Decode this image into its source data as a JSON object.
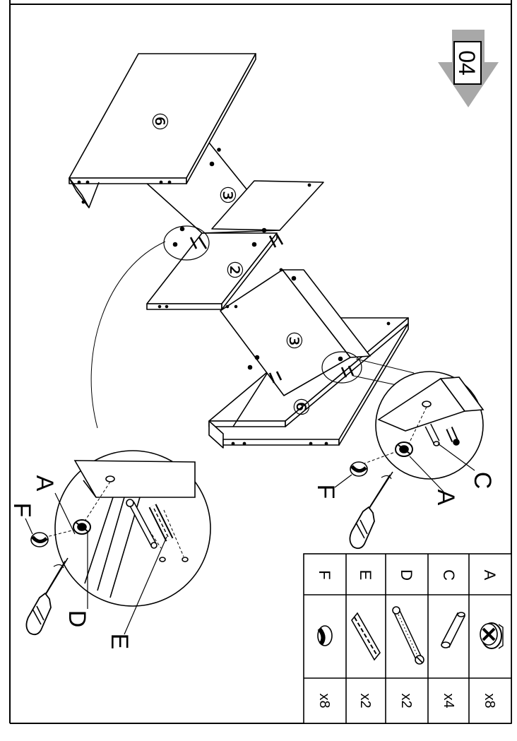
{
  "step": {
    "number": "04"
  },
  "panels": {
    "top_panel": "⑥",
    "upper_side": "③",
    "middle_shelf": "②",
    "lower_side": "③",
    "bottom_panel": "⑥"
  },
  "callouts": {
    "left": {
      "a": "A",
      "f": "F",
      "d": "D",
      "e": "E"
    },
    "right": {
      "c": "C",
      "a": "A",
      "f": "F"
    }
  },
  "parts_table": {
    "rows": [
      {
        "letter": "A",
        "icon": "cam-lock-icon",
        "qty": "x8"
      },
      {
        "letter": "C",
        "icon": "wooden-dowel-icon",
        "qty": "x4"
      },
      {
        "letter": "D",
        "icon": "connecting-bolt-icon",
        "qty": "x2"
      },
      {
        "letter": "E",
        "icon": "fluted-dowel-icon",
        "qty": "x2"
      },
      {
        "letter": "F",
        "icon": "cover-cap-icon",
        "qty": "x8"
      }
    ]
  },
  "colors": {
    "line": "#000000",
    "arrow": "#a8a8a8",
    "background": "#ffffff"
  }
}
